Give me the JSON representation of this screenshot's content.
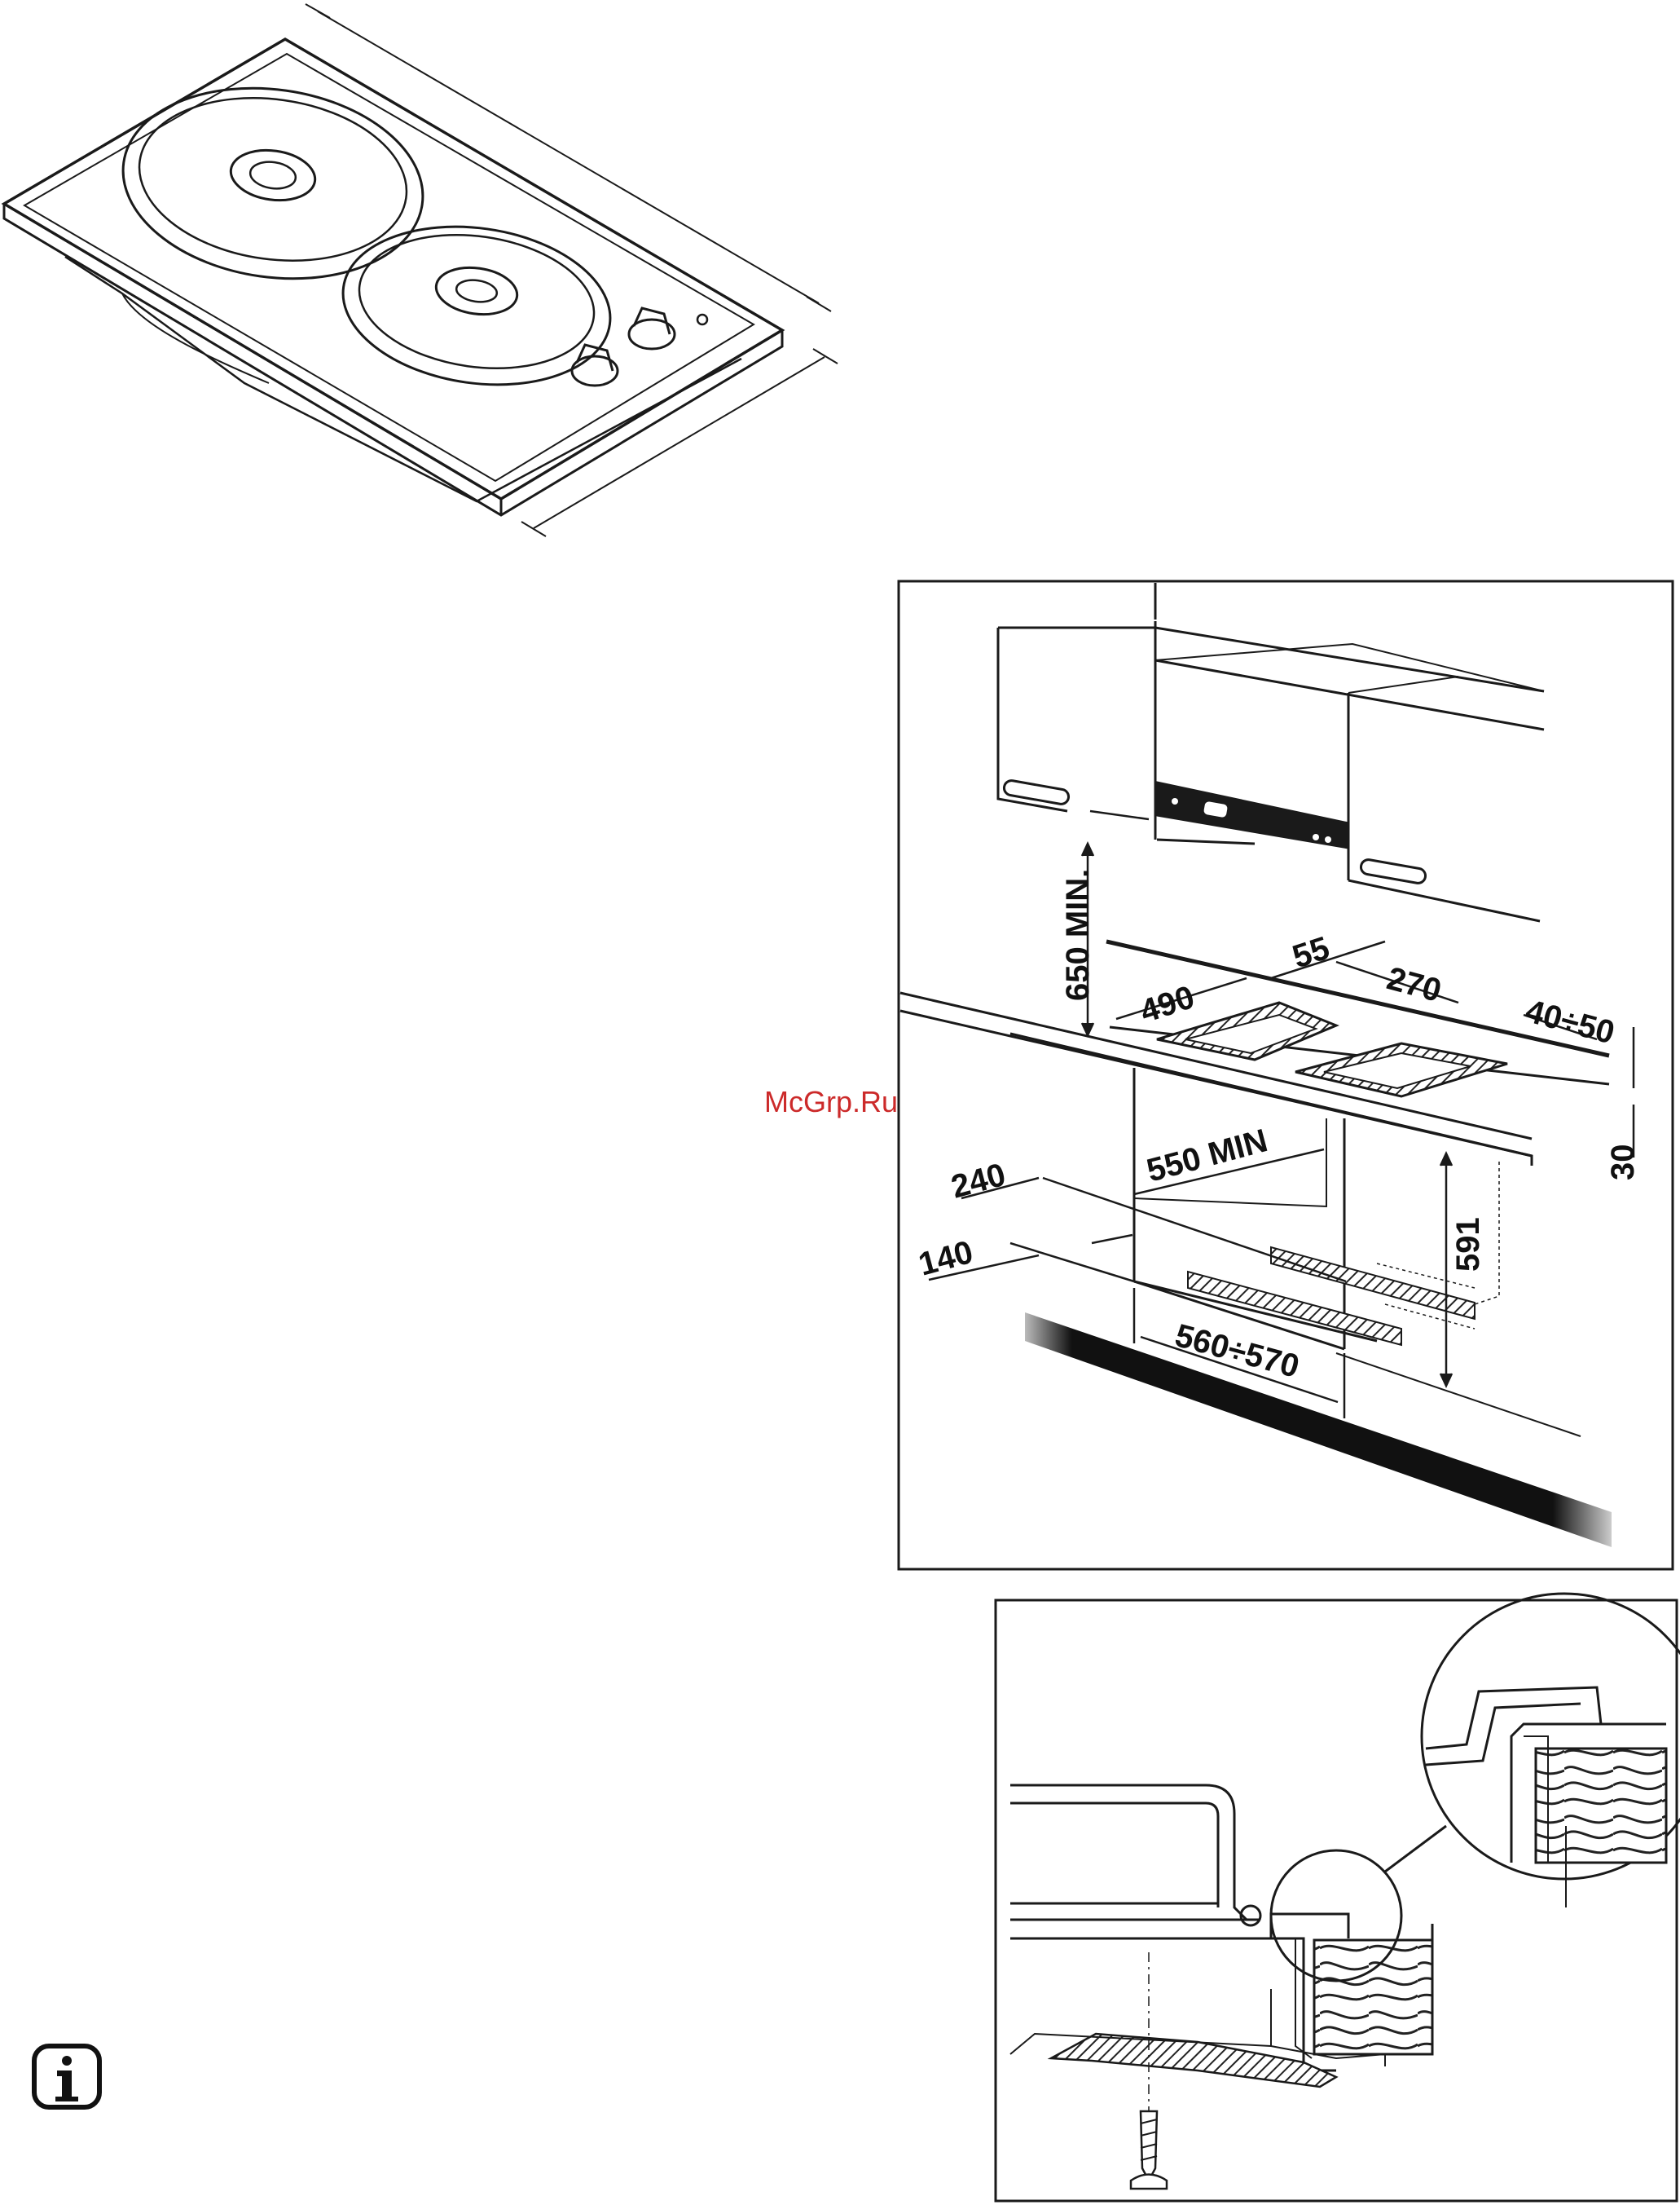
{
  "watermark": "McGrp.Ru",
  "info_icon": "info-icon",
  "installation_diagram": {
    "labels": {
      "hood_clearance": "650 MIN.",
      "cutout_depth": "490",
      "rear_gap": "55",
      "cutout_width": "270",
      "side_gap": "40÷50",
      "worktop_thickness": "30",
      "cabinet_width_min": "550 MIN",
      "oven_depth": "240",
      "oven_offset": "140",
      "cabinet_height": "591",
      "cabinet_inner_width": "560÷570"
    }
  },
  "colors": {
    "line": "#1a1a1a",
    "watermark": "#cc2a2a"
  }
}
